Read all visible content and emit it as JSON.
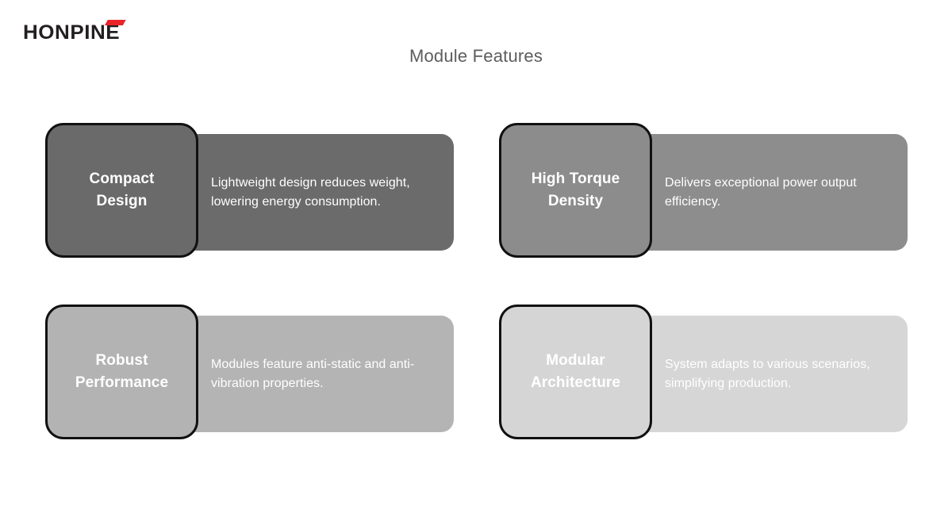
{
  "brand": {
    "logo_text": "HONPIN",
    "logo_last_letter": "E",
    "accent_color": "#e8242a",
    "logo_color": "#231f20"
  },
  "header": {
    "title": "Module Features"
  },
  "cards": [
    {
      "title": "Compact Design",
      "title_line_1": "Compact",
      "title_line_2": "Design",
      "description": "Lightweight design reduces weight, lowering energy consumption.",
      "tile_color": "#6a6a6a",
      "panel_color": "#6b6b6b",
      "border_color": "#111111",
      "title_color": "#ffffff",
      "description_color": "#ffffff"
    },
    {
      "title": "High Torque Density",
      "title_line_1": "High Torque",
      "title_line_2": "Density",
      "description": "Delivers exceptional power output efficiency.",
      "tile_color": "#8c8c8c",
      "panel_color": "#8d8d8d",
      "border_color": "#111111",
      "title_color": "#ffffff",
      "description_color": "#ffffff"
    },
    {
      "title": "Robust Performance",
      "title_line_1": "Robust",
      "title_line_2": "Performance",
      "description": "Modules feature anti-static and anti-vibration properties.",
      "tile_color": "#b3b3b3",
      "panel_color": "#b4b4b4",
      "border_color": "#111111",
      "title_color": "#ffffff",
      "description_color": "#ffffff"
    },
    {
      "title": "Modular Architecture",
      "title_line_1": "Modular",
      "title_line_2": "Architecture",
      "description": "System adapts to various scenarios, simplifying production.",
      "tile_color": "#d5d5d5",
      "panel_color": "#d6d6d6",
      "border_color": "#111111",
      "title_color": "#ffffff",
      "description_color": "#ffffff"
    }
  ]
}
